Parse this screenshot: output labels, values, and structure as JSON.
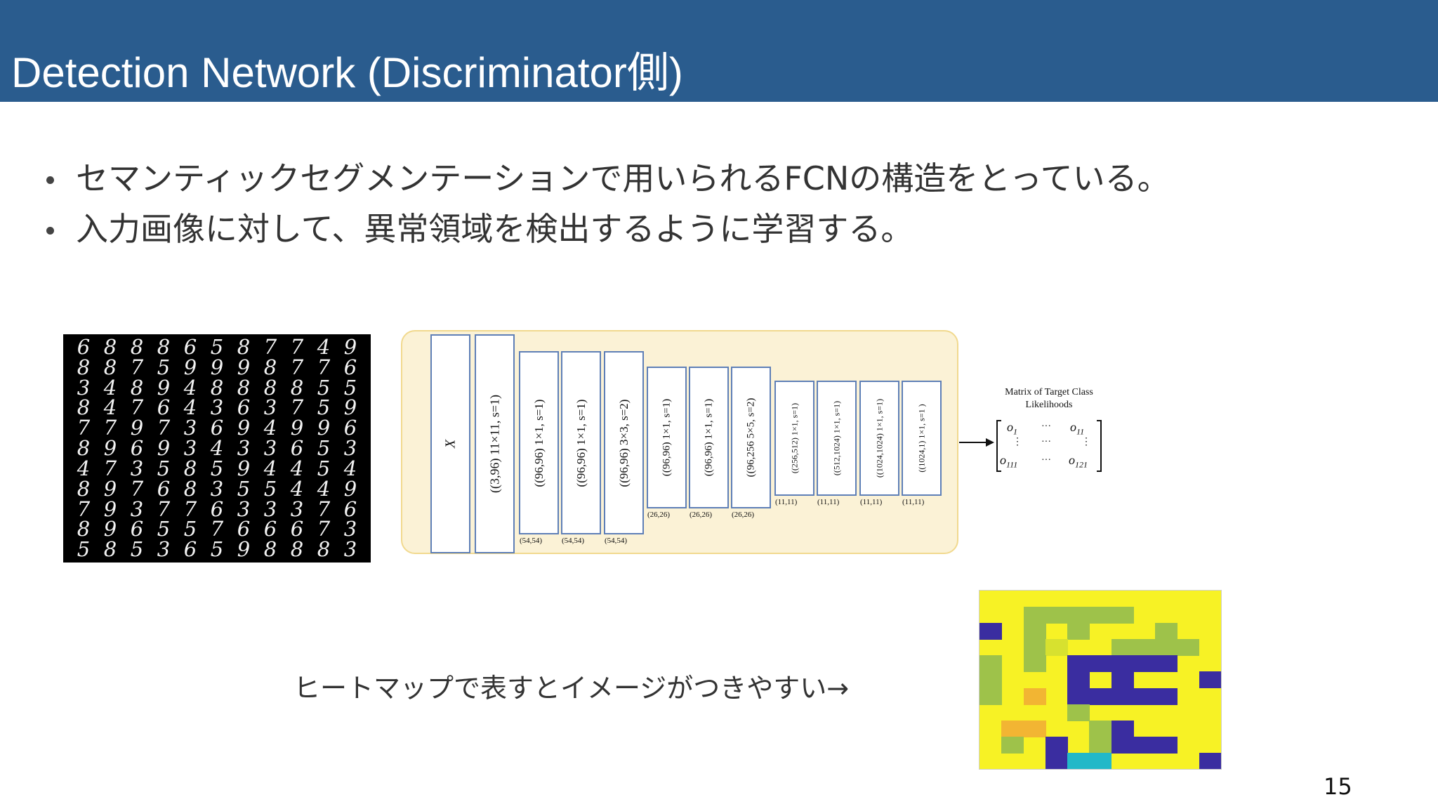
{
  "header": {
    "title": "Detection Network (Discriminator側)"
  },
  "bullets": [
    "セマンティックセグメンテーションで用いられるFCNの構造をとっている。",
    "入力画像に対して、異常領域を検出するように学習する。"
  ],
  "digits": [
    "6",
    "8",
    "8",
    "8",
    "6",
    "5",
    "8",
    "7",
    "7",
    "4",
    "9",
    "8",
    "8",
    "7",
    "5",
    "9",
    "9",
    "9",
    "8",
    "7",
    "7",
    "6",
    "3",
    "4",
    "8",
    "9",
    "4",
    "8",
    "8",
    "8",
    "8",
    "5",
    "5",
    "8",
    "4",
    "7",
    "6",
    "4",
    "3",
    "6",
    "3",
    "7",
    "5",
    "9",
    "7",
    "7",
    "9",
    "7",
    "3",
    "6",
    "9",
    "4",
    "9",
    "9",
    "6",
    "8",
    "9",
    "6",
    "9",
    "3",
    "4",
    "3",
    "3",
    "6",
    "5",
    "3",
    "4",
    "7",
    "3",
    "5",
    "8",
    "5",
    "9",
    "4",
    "4",
    "5",
    "4",
    "8",
    "9",
    "7",
    "6",
    "8",
    "3",
    "5",
    "5",
    "4",
    "4",
    "9",
    "7",
    "9",
    "3",
    "7",
    "7",
    "6",
    "3",
    "3",
    "3",
    "7",
    "6",
    "8",
    "9",
    "6",
    "5",
    "5",
    "7",
    "6",
    "6",
    "6",
    "7",
    "3",
    "5",
    "8",
    "5",
    "3",
    "6",
    "5",
    "9",
    "8",
    "8",
    "8",
    "3"
  ],
  "network": {
    "layers": [
      {
        "label": "X",
        "dims": ""
      },
      {
        "label": "((3,96) 11×11, s=1)",
        "dims": ""
      },
      {
        "label": "((96,96) 1×1, s=1)",
        "dims": "(54,54)"
      },
      {
        "label": "((96,96) 1×1, s=1)",
        "dims": "(54,54)"
      },
      {
        "label": "((96,96) 3×3, s=2)",
        "dims": "(54,54)"
      },
      {
        "label": "((96,96) 1×1, s=1)",
        "dims": "(26,26)"
      },
      {
        "label": "((96,96) 1×1, s=1)",
        "dims": "(26,26)"
      },
      {
        "label": "((96,256 5×5, s=2)",
        "dims": "(26,26)"
      },
      {
        "label": "((256,512) 1×1, s=1)",
        "dims": "(11,11)"
      },
      {
        "label": "((512,1024) 1×1, s=1)",
        "dims": "(11,11)"
      },
      {
        "label": "((1024,1024) 1×1, s=1)",
        "dims": "(11,11)"
      },
      {
        "label": "((1024,1) 1×1, s=1 )",
        "dims": "(11,11)"
      }
    ]
  },
  "matrix": {
    "title": "Matrix of Target Class Likelihoods",
    "o_base": "o",
    "sub_top_left": "1",
    "sub_top_right": "11",
    "sub_bottom_left": "111",
    "sub_bottom_right": "121",
    "hdots": "···",
    "vdots": "⋮"
  },
  "caption": "ヒートマップで表すとイメージがつきやすい→",
  "heatmap": {
    "rows": 11,
    "cols": 11,
    "colors": {
      "0": "#f7f225",
      "1": "#3a2da0",
      "2": "#9ec24a",
      "3": "#f2b533",
      "4": "#22b8c8",
      "5": "#d7e12f"
    },
    "grid": [
      [
        0,
        0,
        0,
        0,
        0,
        0,
        0,
        0,
        0,
        0,
        0
      ],
      [
        0,
        0,
        2,
        2,
        2,
        2,
        2,
        0,
        0,
        0,
        0
      ],
      [
        1,
        0,
        2,
        0,
        2,
        0,
        0,
        0,
        2,
        0,
        0
      ],
      [
        0,
        0,
        2,
        5,
        0,
        0,
        2,
        2,
        2,
        2,
        0
      ],
      [
        2,
        0,
        2,
        0,
        1,
        1,
        1,
        1,
        1,
        0,
        0
      ],
      [
        2,
        0,
        0,
        0,
        1,
        0,
        1,
        0,
        0,
        0,
        1
      ],
      [
        2,
        0,
        3,
        0,
        1,
        1,
        1,
        1,
        1,
        0,
        0
      ],
      [
        0,
        0,
        0,
        0,
        2,
        0,
        0,
        0,
        0,
        0,
        0
      ],
      [
        0,
        3,
        3,
        0,
        0,
        2,
        1,
        0,
        0,
        0,
        0
      ],
      [
        0,
        2,
        0,
        1,
        0,
        2,
        1,
        1,
        1,
        0,
        0
      ],
      [
        0,
        0,
        0,
        1,
        4,
        4,
        0,
        0,
        0,
        0,
        1
      ]
    ]
  },
  "page_number": "15"
}
